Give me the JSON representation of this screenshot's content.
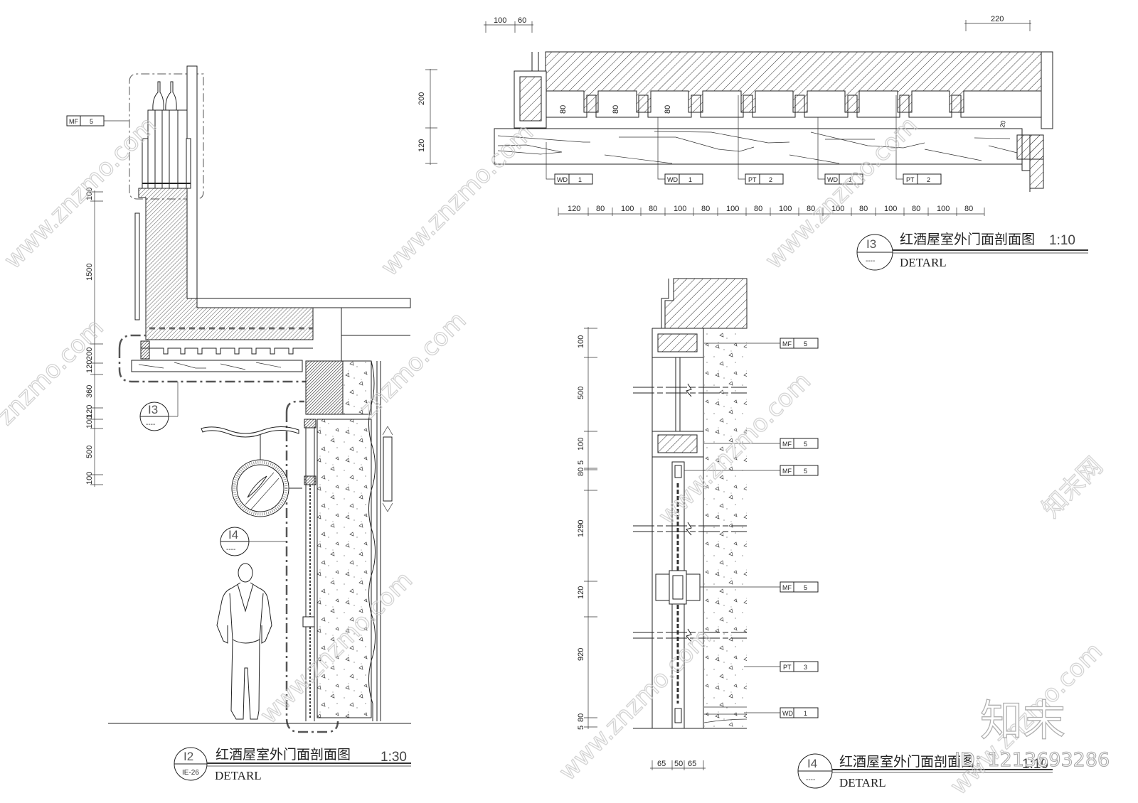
{
  "drawing_sheet": {
    "type": "CAD section detail drawing",
    "watermark": {
      "site": "www.znzmo.com",
      "brand_cn": "知末网",
      "logo": "知末",
      "id_label": "ID: 1213693286"
    },
    "details": [
      {
        "id": "I2",
        "ref": "IE-26",
        "title_cn": "红酒屋室外门面剖面图",
        "subtitle": "DETARL",
        "scale": "1:30",
        "vertical_dimensions": [
          "100",
          "1500",
          "200",
          "120",
          "360",
          "100",
          "120",
          "500",
          "100"
        ],
        "material_tags": [
          {
            "code": "MF",
            "num": "5"
          }
        ],
        "callouts": [
          "I3",
          "I4"
        ]
      },
      {
        "id": "I3",
        "ref": "----",
        "title_cn": "红酒屋室外门面剖面图",
        "subtitle": "DETARL",
        "scale": "1:10",
        "top_dimensions": [
          "100",
          "60",
          "220"
        ],
        "side_dimensions": [
          "200",
          "120"
        ],
        "groove_dimensions": [
          "80",
          "80",
          "80"
        ],
        "gap_dimension": "20",
        "bottom_dimensions": [
          "120",
          "80",
          "100",
          "80",
          "100",
          "80",
          "100",
          "80",
          "100",
          "80",
          "100",
          "80",
          "100",
          "80",
          "100",
          "80"
        ],
        "material_tags": [
          {
            "code": "WD",
            "num": "1"
          },
          {
            "code": "WD",
            "num": "1"
          },
          {
            "code": "PT",
            "num": "2"
          },
          {
            "code": "WD",
            "num": "1"
          },
          {
            "code": "PT",
            "num": "2"
          }
        ]
      },
      {
        "id": "I4",
        "ref": "----",
        "title_cn": "红酒屋室外门面剖面图",
        "subtitle": "DETARL",
        "scale": "1:10",
        "vertical_dimensions": [
          "100",
          "500",
          "100",
          "5",
          "80",
          "1290",
          "120",
          "920",
          "80",
          "5"
        ],
        "bottom_dimensions": [
          "65",
          "50",
          "65"
        ],
        "material_tags": [
          {
            "code": "MF",
            "num": "5"
          },
          {
            "code": "MF",
            "num": "5"
          },
          {
            "code": "MF",
            "num": "5"
          },
          {
            "code": "MF",
            "num": "5"
          },
          {
            "code": "PT",
            "num": "3"
          },
          {
            "code": "WD",
            "num": "1"
          }
        ]
      }
    ]
  }
}
